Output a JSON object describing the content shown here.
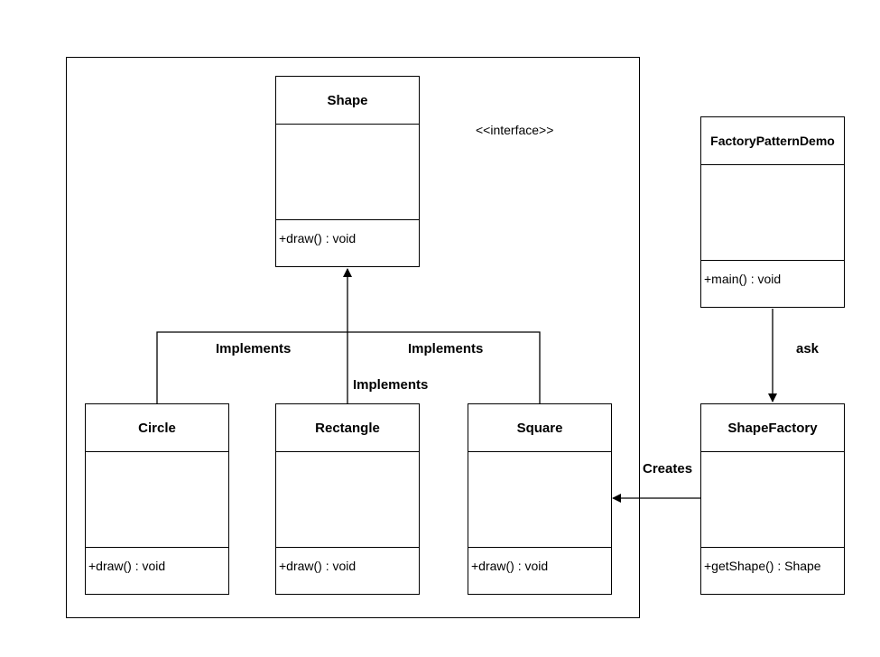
{
  "diagram": {
    "stereotype": "<<interface>>",
    "classes": {
      "shape": {
        "name": "Shape",
        "operation": "+draw() : void"
      },
      "circle": {
        "name": "Circle",
        "operation": "+draw() : void"
      },
      "rectangle": {
        "name": "Rectangle",
        "operation": "+draw() : void"
      },
      "square": {
        "name": "Square",
        "operation": "+draw() : void"
      },
      "demo": {
        "name": "FactoryPatternDemo",
        "operation": "+main() : void"
      },
      "factory": {
        "name": "ShapeFactory",
        "operation": "+getShape() : Shape"
      }
    },
    "relations": {
      "circle_implements": "Implements",
      "square_implements": "Implements",
      "rectangle_implements": "Implements",
      "ask": "ask",
      "creates": "Creates"
    }
  }
}
